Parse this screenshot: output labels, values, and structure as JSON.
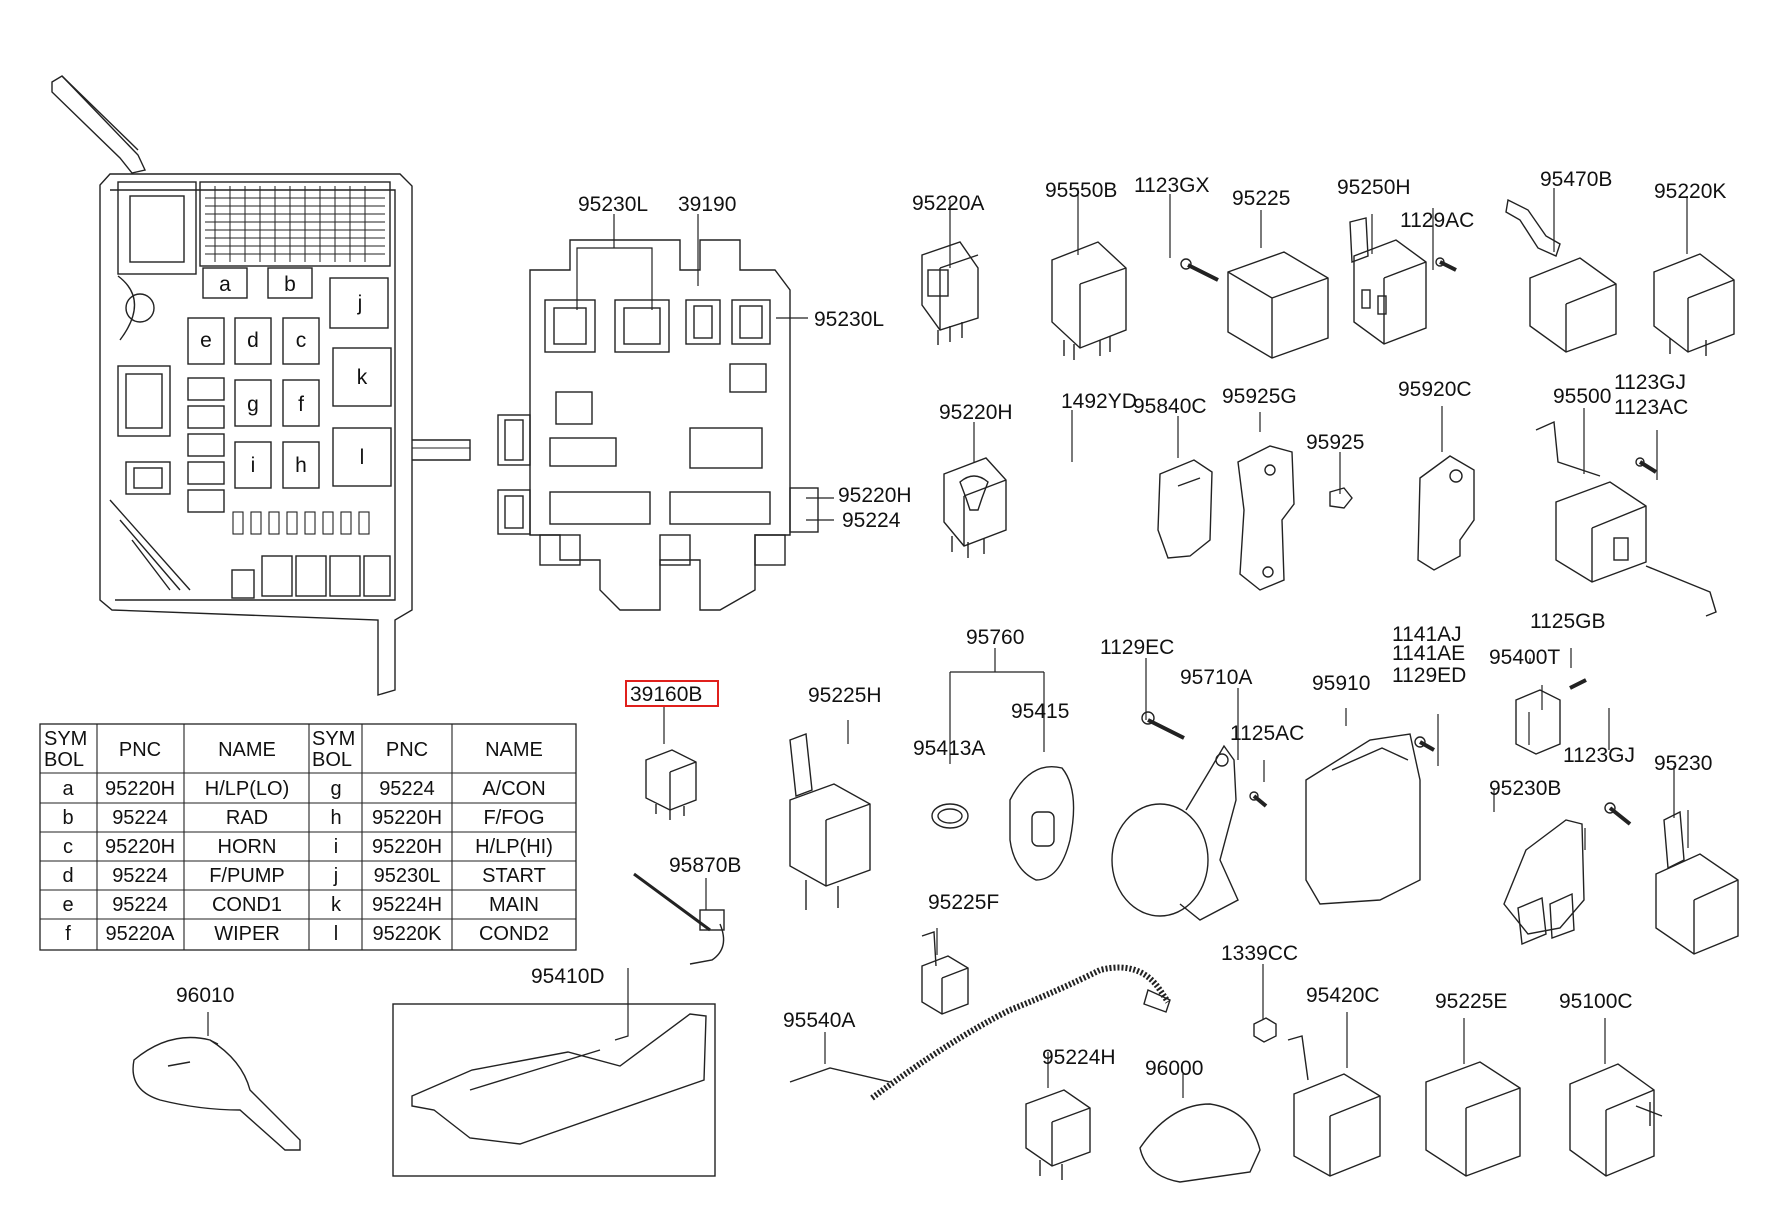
{
  "diagram": {
    "highlight_color": "#e0201c",
    "line_color": "#222222",
    "part_labels": [
      "95230L",
      "39190",
      "95230L",
      "95220H",
      "95224",
      "95220A",
      "95550B",
      "1123GX",
      "95225",
      "95250H",
      "1129AC",
      "95470B",
      "95220K",
      "95220H",
      "1492YD",
      "95840C",
      "95925G",
      "95925",
      "95920C",
      "95500",
      "1123GJ",
      "1123AC",
      "39160B",
      "95760",
      "95225H",
      "95413A",
      "95415",
      "1129EC",
      "95710A",
      "1125AC",
      "95910",
      "1141AJ",
      "1141AE",
      "1129ED",
      "1125GB",
      "95400T",
      "1123GJ",
      "95230",
      "95230B",
      "95870B",
      "95410D",
      "96010",
      "95225F",
      "95540A",
      "95224H",
      "96000",
      "1339CC",
      "95420C",
      "95225E",
      "95100C"
    ],
    "highlighted_label": "39160B",
    "fuse_box_letters": [
      "a",
      "b",
      "j",
      "e",
      "d",
      "c",
      "k",
      "g",
      "f",
      "l",
      "i",
      "h"
    ]
  },
  "legend_table": {
    "headers": [
      "SYM\nBOL",
      "PNC",
      "NAME",
      "SYM\nBOL",
      "PNC",
      "NAME"
    ],
    "rows": [
      [
        "a",
        "95220H",
        "H/LP(LO)",
        "g",
        "95224",
        "A/CON"
      ],
      [
        "b",
        "95224",
        "RAD",
        "h",
        "95220H",
        "F/FOG"
      ],
      [
        "c",
        "95220H",
        "HORN",
        "i",
        "95220H",
        "H/LP(HI)"
      ],
      [
        "d",
        "95224",
        "F/PUMP",
        "j",
        "95230L",
        "START"
      ],
      [
        "e",
        "95224",
        "COND1",
        "k",
        "95224H",
        "MAIN"
      ],
      [
        "f",
        "95220A",
        "WIPER",
        "l",
        "95220K",
        "COND2"
      ]
    ]
  }
}
